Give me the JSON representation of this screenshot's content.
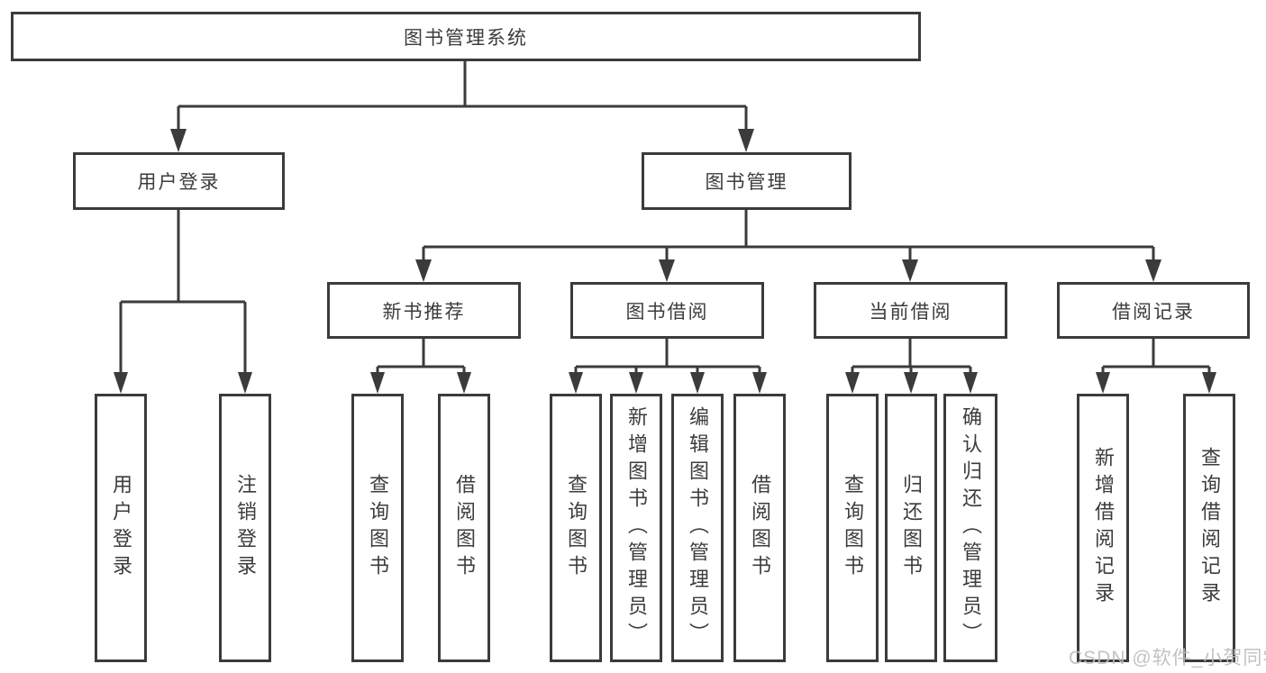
{
  "colors": {
    "line": "#3b3b3b",
    "text": "#3c3c3c",
    "box_background": "#ffffff",
    "page_background": "#ffffff",
    "watermark": "#bdbdbd"
  },
  "nodes": {
    "root": "图书管理系统",
    "level2": {
      "user_login": "用户登录",
      "book_mgmt": "图书管理"
    },
    "level3": {
      "new_book_rec": "新书推荐",
      "book_borrow": "图书借阅",
      "current_borrow": "当前借阅",
      "borrow_records": "借阅记录"
    },
    "leaves": {
      "user_login": "用户登录",
      "logout": "注销登录",
      "rec_query_book": "查询图书",
      "rec_borrow_book": "借阅图书",
      "borrow_query_book": "查询图书",
      "borrow_add_book": "新增图书（管理员）",
      "borrow_edit_book": "编辑图书（管理员）",
      "borrow_borrow_book": "借阅图书",
      "current_query_book": "查询图书",
      "current_return_book": "归还图书",
      "current_confirm_return": "确认归还（管理员）",
      "records_add_record": "新增借阅记录",
      "records_query_record": "查询借阅记录"
    }
  },
  "watermark": "CSDN @软件_小贺同学"
}
